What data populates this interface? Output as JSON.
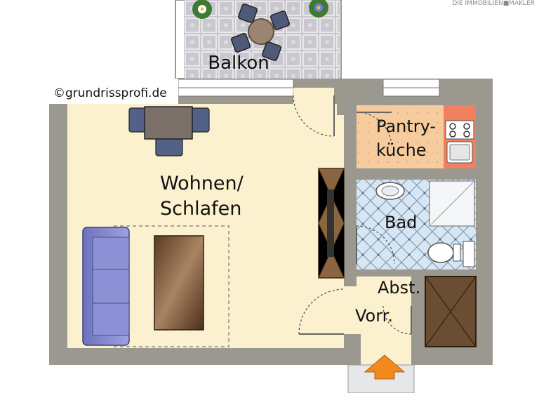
{
  "copyright": "©grundrissprofi.de",
  "brand": "DIE IMMOBILIEN■MAKLER",
  "rooms": {
    "balkon": "Balkon",
    "wohnen_line1": "Wohnen/",
    "wohnen_line2": "Schlafen",
    "pantry_line1": "Pantry-",
    "pantry_line2": "küche",
    "bad": "Bad",
    "abst": "Abst.",
    "vorr": "Vorr."
  },
  "colors": {
    "wall": "#9b9890",
    "living_floor": "#fbf1cf",
    "kitchen_floor": "#f6cc9f",
    "bath_floor": "#d8e6f2",
    "balcony_floor": "#c9c9cf",
    "entry_arrow": "#f08a1c",
    "sofa": "#8a8fd0"
  }
}
